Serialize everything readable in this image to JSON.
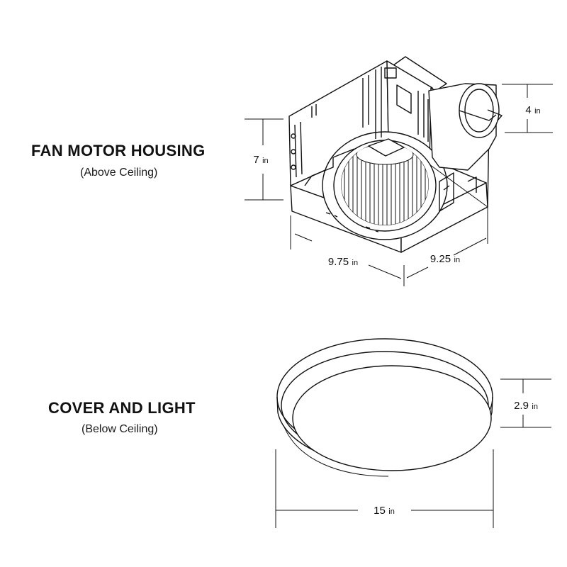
{
  "fan_housing": {
    "title": "FAN MOTOR HOUSING",
    "subtitle": "(Above Ceiling)",
    "height": {
      "value": "7",
      "unit": "in"
    },
    "duct": {
      "value": "4",
      "unit": "in"
    },
    "width": {
      "value": "9.75",
      "unit": "in"
    },
    "depth": {
      "value": "9.25",
      "unit": "in"
    }
  },
  "cover": {
    "title": "COVER AND LIGHT",
    "subtitle": "(Below Ceiling)",
    "height": {
      "value": "2.9",
      "unit": "in"
    },
    "diameter": {
      "value": "15",
      "unit": "in"
    }
  }
}
